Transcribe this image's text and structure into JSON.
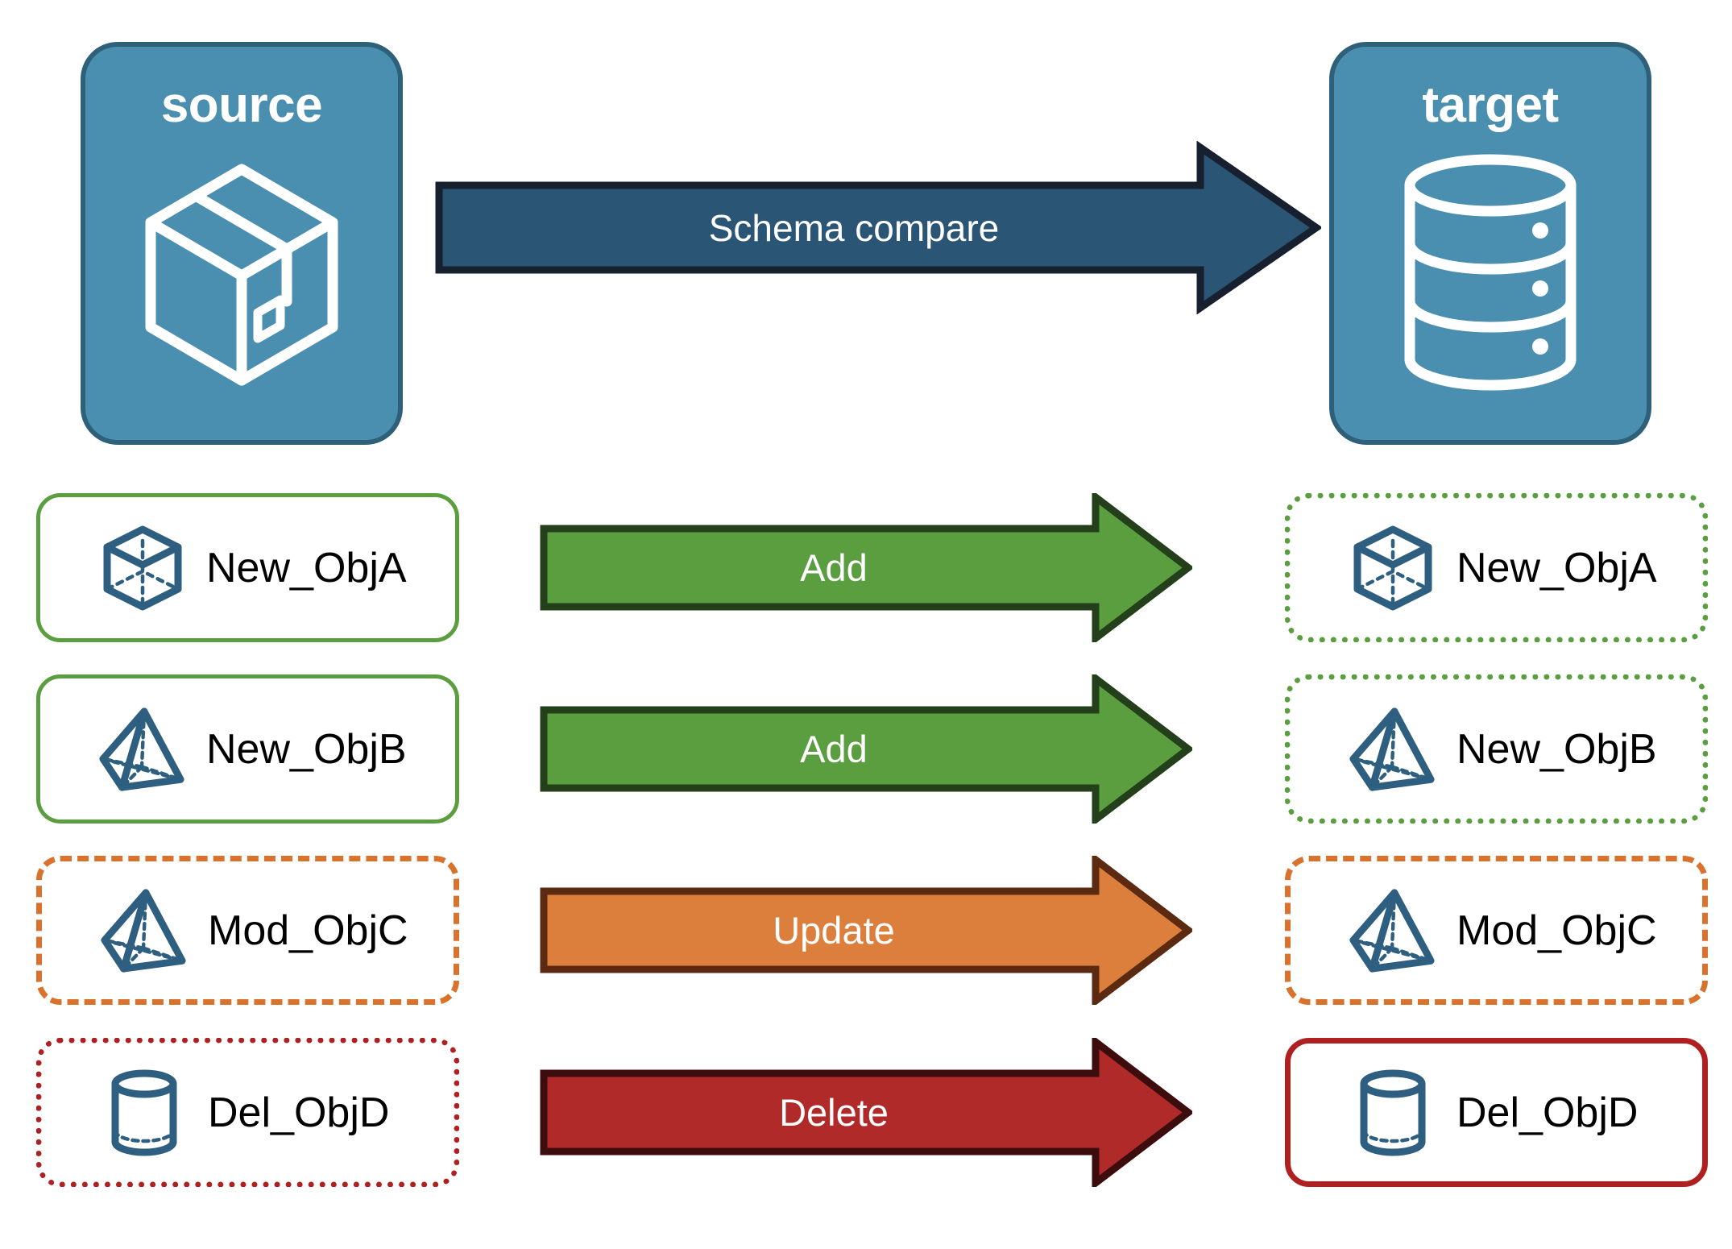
{
  "colors": {
    "endpoint_fill": "#4a8fb0",
    "endpoint_border": "#2f6079",
    "schema_arrow_fill": "#2a5574",
    "schema_arrow_border": "#16202e",
    "add_fill": "#5a9e3f",
    "add_border": "#23401a",
    "update_fill": "#dd7f3c",
    "update_border": "#5c2a10",
    "delete_fill": "#b02a2a",
    "delete_border": "#3d0d0d",
    "object_icon": "#2e5f80",
    "object_label": "#000000",
    "green": "#5a9e3f",
    "orange": "#d9722c",
    "red": "#b02020",
    "background": "#ffffff"
  },
  "endpoints": {
    "source": {
      "title": "source",
      "icon": "package-box-icon"
    },
    "target": {
      "title": "target",
      "icon": "database-cylinder-icon"
    }
  },
  "schema_arrow": {
    "label": "Schema compare"
  },
  "rows": [
    {
      "action": "Add",
      "action_color": "add",
      "source": {
        "label": "New_ObjA",
        "icon": "wireframe-cube-icon",
        "border": "green-solid"
      },
      "target": {
        "label": "New_ObjA",
        "icon": "wireframe-cube-icon",
        "border": "green-dotted"
      }
    },
    {
      "action": "Add",
      "action_color": "add",
      "source": {
        "label": "New_ObjB",
        "icon": "wireframe-pyramid-icon",
        "border": "green-solid"
      },
      "target": {
        "label": "New_ObjB",
        "icon": "wireframe-pyramid-icon",
        "border": "green-dotted"
      }
    },
    {
      "action": "Update",
      "action_color": "update",
      "source": {
        "label": "Mod_ObjC",
        "icon": "wireframe-pyramid-icon",
        "border": "orange-dashed"
      },
      "target": {
        "label": "Mod_ObjC",
        "icon": "wireframe-pyramid-icon",
        "border": "orange-dashed"
      }
    },
    {
      "action": "Delete",
      "action_color": "delete",
      "source": {
        "label": "Del_ObjD",
        "icon": "wireframe-cylinder-icon",
        "border": "red-dotted"
      },
      "target": {
        "label": "Del_ObjD",
        "icon": "wireframe-cylinder-icon",
        "border": "red-solid"
      }
    }
  ]
}
